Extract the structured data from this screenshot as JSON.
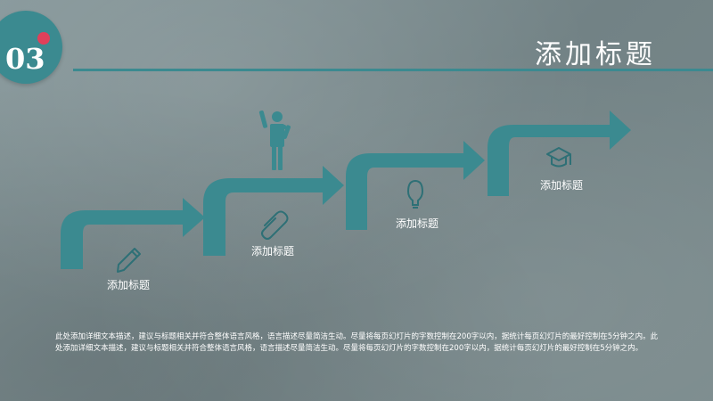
{
  "header": {
    "number": "03",
    "title": "添加标题"
  },
  "steps": [
    {
      "label": "添加标题",
      "icon": "pencil-icon"
    },
    {
      "label": "添加标题",
      "icon": "paperclip-icon"
    },
    {
      "label": "添加标题",
      "icon": "lightbulb-icon"
    },
    {
      "label": "添加标题",
      "icon": "graduation-cap-icon"
    }
  ],
  "description": "此处添加详细文本描述，建议与标题相关并符合整体语言风格，语言描述尽量简洁生动。尽量将每页幻灯片的字数控制在200字以内，据统计每页幻灯片的最好控制在5分钟之内。此处添加详细文本描述，建议与标题相关并符合整体语言风格，语言描述尽量简洁生动。尽量将每页幻灯片的字数控制在200字以内，据统计每页幻灯片的最好控制在5分钟之内。",
  "colors": {
    "accent": "#3b8a90",
    "badge_dot": "#e0405a",
    "background": "#7d8b8d"
  }
}
